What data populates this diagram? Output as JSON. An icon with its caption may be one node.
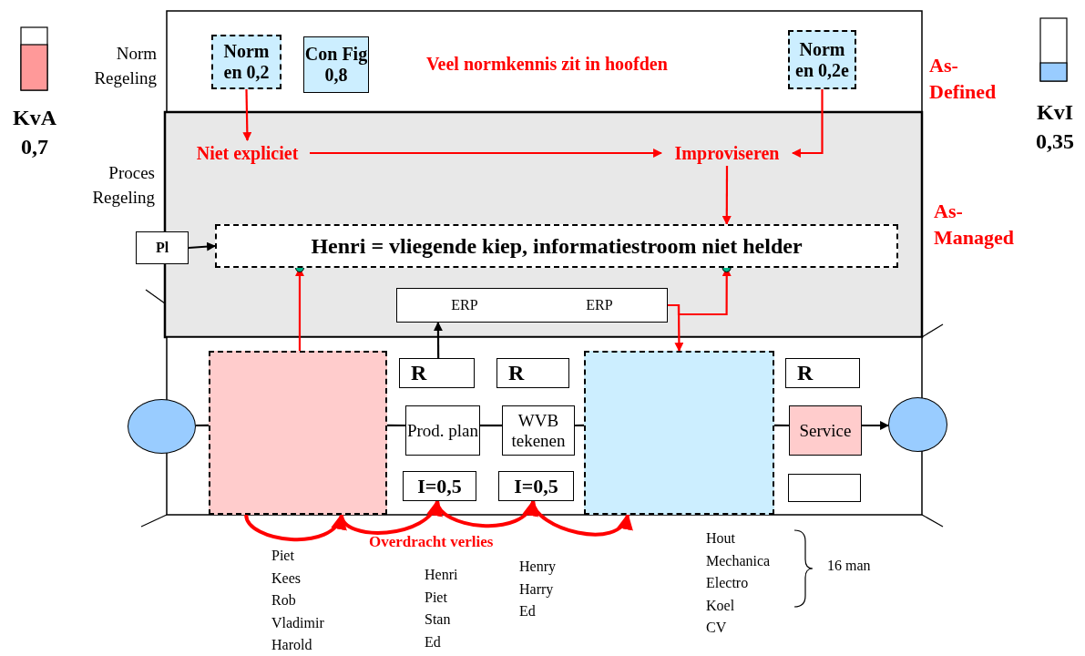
{
  "diagram": {
    "nodes": [
      {
        "text": [
          "Norm en 0,2"
        ]
      },
      {
        "text": [
          "Con Fig 0,8"
        ]
      },
      {
        "text": [
          "Norm en 0,2e"
        ]
      },
      {
        "text": [
          "Niet expliciet"
        ]
      },
      {
        "text": [
          "Improviseren"
        ]
      },
      {
        "text": [
          "Pl"
        ]
      },
      {
        "text": [
          "Henri = vliegende kiep, informatiestroom niet helder"
        ]
      },
      {
        "text": [
          "ERP",
          "ERP"
        ]
      },
      {
        "text": [],
        "shape": "circle"
      },
      {
        "text": [],
        "shape": "box"
      },
      {
        "text": [
          "R"
        ]
      },
      {
        "text": [
          "R"
        ]
      },
      {
        "text": [
          "Prod. plan"
        ]
      },
      {
        "text": [
          "WVB tekenen"
        ]
      },
      {
        "text": [
          "I=0,5"
        ]
      },
      {
        "text": [
          "I=0,5"
        ]
      },
      {
        "text": [],
        "shape": "box"
      },
      {
        "text": [
          "R"
        ]
      },
      {
        "text": [
          "Service"
        ]
      },
      {
        "text": [],
        "shape": "box"
      },
      {
        "text": [],
        "shape": "circle"
      }
    ],
    "edges": [
      {
        "from": 0,
        "to": 3,
        "arrow": "to"
      },
      {
        "from": 3,
        "to": 4,
        "arrow": "to"
      },
      {
        "from": 2,
        "to": 4,
        "arrow": "to"
      },
      {
        "from": 4,
        "to": 6,
        "arrow": "to"
      },
      {
        "from": 5,
        "to": 6,
        "arrow": "to",
        "color": "#000000"
      },
      {
        "from": 9,
        "to": 6,
        "arrow": "to"
      },
      {
        "from": 7,
        "to": 6,
        "arrow": "to"
      },
      {
        "from": 7,
        "to": 16,
        "arrow": "to"
      },
      {
        "from": 10,
        "to": 7,
        "arrow": "to",
        "color": "#000000"
      },
      {
        "from": 8,
        "to": 9,
        "arrow": "none",
        "color": "#000000"
      },
      {
        "from": 9,
        "to": 12,
        "arrow": "none",
        "color": "#000000"
      },
      {
        "from": 12,
        "to": 13,
        "arrow": "none",
        "color": "#000000"
      },
      {
        "from": 13,
        "to": 16,
        "arrow": "none",
        "color": "#000000"
      },
      {
        "from": 16,
        "to": 18,
        "arrow": "none",
        "color": "#000000"
      },
      {
        "from": 18,
        "to": 20,
        "arrow": "to",
        "color": "#000000"
      },
      {
        "from": 9,
        "to": 9,
        "arrow": "to",
        "style": "thick"
      },
      {
        "from": 9,
        "to": 14,
        "arrow": "to",
        "style": "thick"
      },
      {
        "from": 14,
        "to": 15,
        "arrow": "to",
        "style": "thick"
      },
      {
        "from": 15,
        "to": 16,
        "arrow": "to",
        "style": "thick"
      }
    ],
    "labels": [
      "Norm Regeling",
      "Veel normkennis zit in hoofden",
      "As- Defined",
      "KvA 0,7",
      "KvI 0,35",
      "Proces Regeling",
      "As- Managed",
      "Overdracht verlies",
      "Piet",
      "Kees",
      "Rob",
      "Vladimir",
      "Harold",
      "Henri",
      "Piet",
      "Stan",
      "Ed",
      "Henry",
      "Harry",
      "Ed",
      "Hout",
      "Mechanica",
      "Electro",
      "Koel",
      "CV",
      "16 man"
    ]
  }
}
